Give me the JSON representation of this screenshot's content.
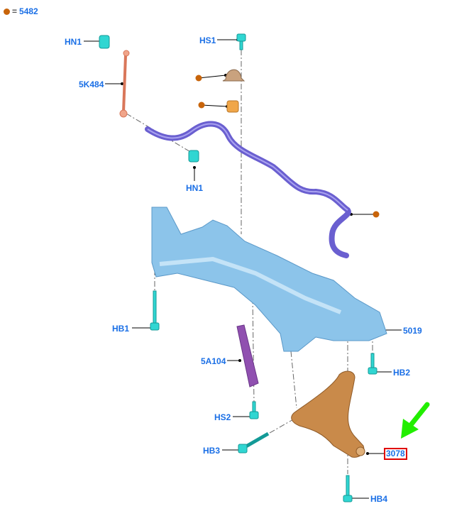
{
  "legend": {
    "symbol": "orange-dot",
    "equals": "=",
    "part": "5482",
    "color": "#c8640a"
  },
  "labels": {
    "hn1_top": "HN1",
    "k5k484": "5K484",
    "hs1": "HS1",
    "hn1_bottom": "HN1",
    "p5019": "5019",
    "hb1": "HB1",
    "a5a104": "5A104",
    "hb2": "HB2",
    "hs2": "HS2",
    "hb3": "HB3",
    "p3078": "3078",
    "hb4": "HB4"
  },
  "highlight": {
    "label": "3078",
    "border_color": "#e00000",
    "arrow_color": "#22ee00"
  },
  "colors": {
    "label": "#1a6fe6",
    "subframe": "#8cc4ea",
    "stabilizer": "#6a5fd0",
    "control_arm": "#c98a4a",
    "fastener": "#30d6d2",
    "link": "#e08a6a",
    "bracket": "#9050b0"
  }
}
